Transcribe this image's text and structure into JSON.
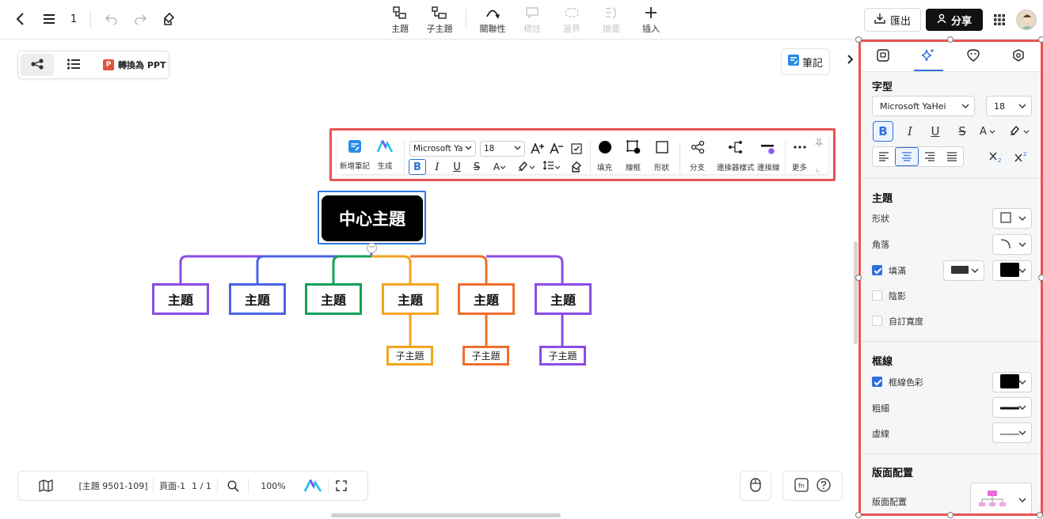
{
  "topbar": {
    "page_number": "1",
    "tools": [
      {
        "label": "主題",
        "icon": "topic-icon",
        "enabled": true
      },
      {
        "label": "子主題",
        "icon": "subtopic-icon",
        "enabled": true
      },
      {
        "label": "關聯性",
        "icon": "relationship-icon",
        "enabled": true
      },
      {
        "label": "標註",
        "icon": "callout-icon",
        "enabled": false
      },
      {
        "label": "邊界",
        "icon": "boundary-icon",
        "enabled": false
      },
      {
        "label": "摘要",
        "icon": "summary-icon",
        "enabled": false
      },
      {
        "label": "插入",
        "icon": "plus-icon",
        "enabled": true
      }
    ],
    "export_label": "匯出",
    "share_label": "分享"
  },
  "canvas": {
    "ppt_label": "轉換為 PPT",
    "ppt_badge": "P",
    "note_label": "筆記"
  },
  "float_toolbar": {
    "new_note_label": "新增筆記",
    "generate_label": "生成",
    "font_family": "Microsoft Ya",
    "font_size": "18",
    "bold": "B",
    "italic": "I",
    "underline": "U",
    "strike": "S",
    "font_color": "A",
    "fill_label": "填充",
    "border_label": "線框",
    "shape_label": "形狀",
    "branch_label": "分支",
    "connector_style_label": "連接器樣式",
    "connector_line_label": "連接線",
    "more_label": "更多"
  },
  "mindmap": {
    "center": {
      "label": "中心主題"
    },
    "topics": [
      {
        "label": "主題",
        "color": "#8a4de6"
      },
      {
        "label": "主題",
        "color": "#4a63e8"
      },
      {
        "label": "主題",
        "color": "#15a05a"
      },
      {
        "label": "主題",
        "color": "#f2a51f"
      },
      {
        "label": "主題",
        "color": "#f06e2e"
      },
      {
        "label": "主題",
        "color": "#8a4de6"
      }
    ],
    "subtopics": [
      {
        "label": "子主題",
        "color": "#f2a51f"
      },
      {
        "label": "子主題",
        "color": "#f06e2e"
      },
      {
        "label": "子主題",
        "color": "#8a4de6"
      }
    ]
  },
  "statusbar": {
    "topic_count": "[主題 9501-109]",
    "page_label": "頁面-1",
    "page_count": "1 / 1",
    "zoom": "100%"
  },
  "right_panel": {
    "font_section": "字型",
    "font_family": "Microsoft YaHei",
    "font_size": "18",
    "bold": "B",
    "italic": "I",
    "underline": "U",
    "strike": "S",
    "font_color": "A",
    "topic_section": "主題",
    "shape_label": "形狀",
    "corner_label": "角落",
    "fill_label": "填滿",
    "shadow_label": "陰影",
    "custom_width_label": "自訂寬度",
    "border_section": "框線",
    "border_color_label": "框線色彩",
    "thickness_label": "粗細",
    "dash_label": "虛線",
    "layout_section": "版面配置",
    "layout_label": "版面配置",
    "colors": {
      "accent": "#2f6fdd",
      "highlight_border": "#e85454",
      "fill": "#000000"
    }
  }
}
